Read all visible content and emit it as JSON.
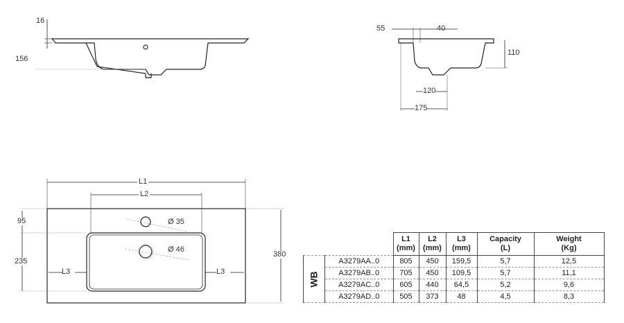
{
  "side_view": {
    "rim_thickness": "16",
    "height": "156"
  },
  "section_view": {
    "left_offset": "55",
    "right_offset": "40",
    "depth": "110",
    "inner_width": "120",
    "outer_width": "175"
  },
  "plan_view": {
    "length_total": "L1",
    "basin_length": "L2",
    "margin_left": "L3",
    "margin_right": "L3",
    "tap_hole_offset": "95",
    "basin_width": "235",
    "total_width": "380",
    "tap_hole_diameter": "Ø 35",
    "drain_diameter": "Ø 46"
  },
  "table": {
    "group_label": "WB",
    "headers": [
      {
        "line1": "L1",
        "line2": "(mm)"
      },
      {
        "line1": "L2",
        "line2": "(mm)"
      },
      {
        "line1": "L3",
        "line2": "(mm)"
      },
      {
        "line1": "Capacity",
        "line2": "(L)"
      },
      {
        "line1": "Weight",
        "line2": "(Kg)"
      }
    ],
    "rows": [
      {
        "code": "A3279AA..0",
        "l1": "805",
        "l2": "450",
        "l3": "159,5",
        "capacity": "5,7",
        "weight": "12,5"
      },
      {
        "code": "A3279AB..0",
        "l1": "705",
        "l2": "450",
        "l3": "109,5",
        "capacity": "5,7",
        "weight": "11,1"
      },
      {
        "code": "A3279AC..0",
        "l1": "605",
        "l2": "440",
        "l3": "64,5",
        "capacity": "5,2",
        "weight": "9,6"
      },
      {
        "code": "A3279AD..0",
        "l1": "505",
        "l2": "373",
        "l3": "48",
        "capacity": "4,5",
        "weight": "8,3"
      }
    ]
  }
}
